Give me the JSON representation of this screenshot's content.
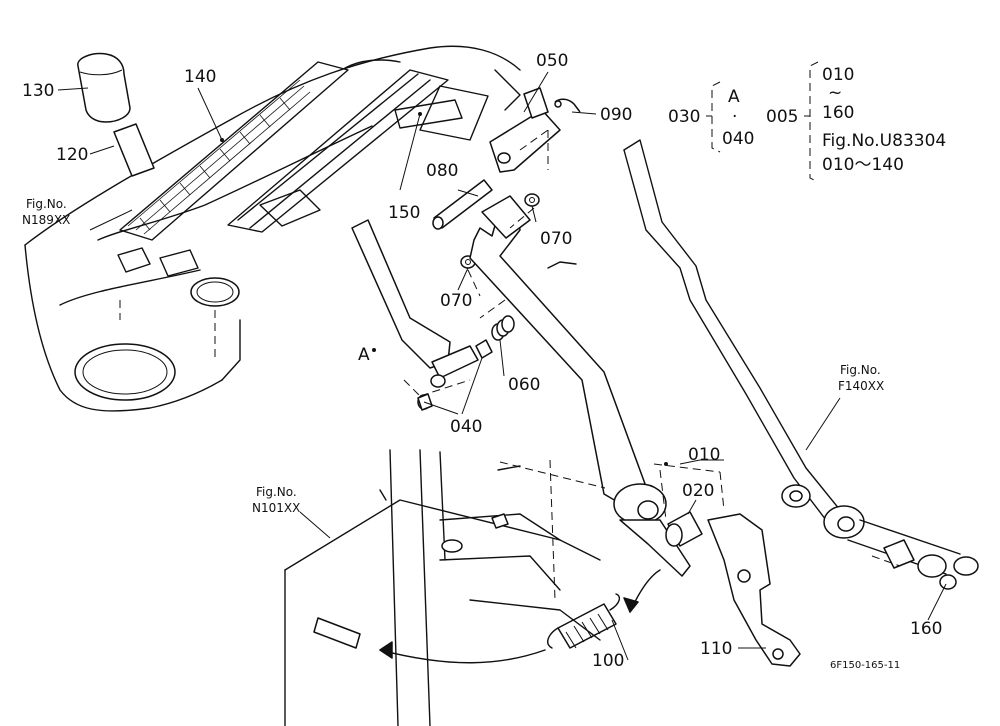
{
  "callouts": {
    "p130": "130",
    "p120": "120",
    "p140": "140",
    "p150": "150",
    "p050": "050",
    "p090": "090",
    "p080": "080",
    "p070a": "070",
    "p070b": "070",
    "p060": "060",
    "p040": "040",
    "p010": "010",
    "p020": "020",
    "p100": "100",
    "p110": "110",
    "p160": "160",
    "markA": "A"
  },
  "refs": {
    "n189_line1": "Fig.No.",
    "n189_line2": "N189XX",
    "n101_line1": "Fig.No.",
    "n101_line2": "N101XX",
    "f140_line1": "Fig.No.",
    "f140_line2": "F140XX"
  },
  "assembly_legend": {
    "g030_label": "030",
    "g030_top": "A",
    "g030_mid": "·",
    "g030_bottom": "040",
    "g005_label": "005",
    "g005_l1": "010",
    "g005_l2": "~",
    "g005_l3": "160",
    "g005_l4": "Fig.No.U83304",
    "g005_l5": "010～140"
  },
  "drawing_code": "6F150-165-11"
}
